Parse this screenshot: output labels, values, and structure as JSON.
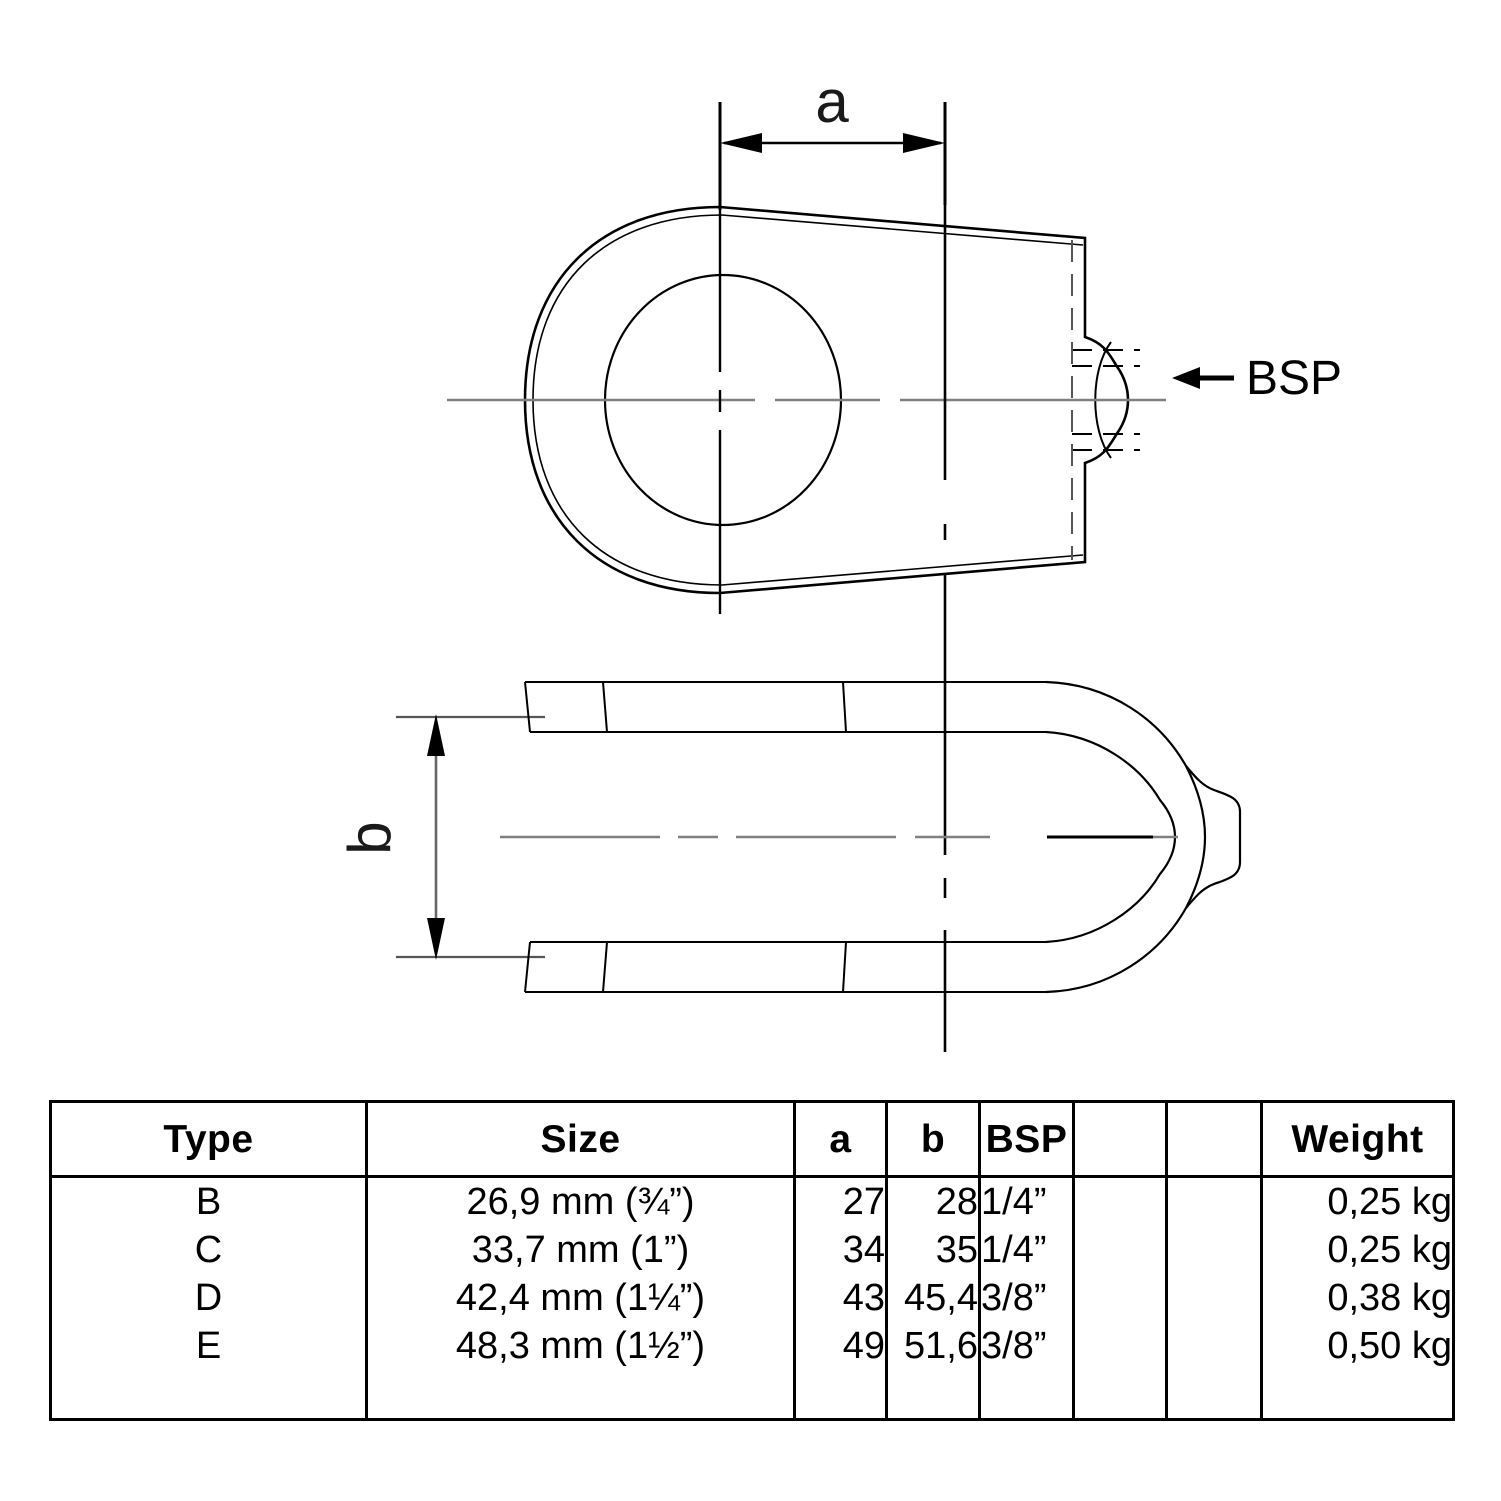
{
  "diagram": {
    "title": "Pipe clamp fitting technical drawing",
    "views": [
      {
        "name": "top-view",
        "label": ""
      },
      {
        "name": "side-view",
        "label": ""
      }
    ],
    "dimension_labels": {
      "a": "a",
      "b": "b",
      "bsp": "BSP"
    },
    "colors": {
      "outline": "#000000",
      "centerline": "#808080",
      "hidden_line": "#444444",
      "background": "#ffffff"
    }
  },
  "table": {
    "headers": [
      "Type",
      "Size",
      "a",
      "b",
      "BSP",
      "",
      "",
      "Weight"
    ],
    "rows": [
      {
        "type": "B",
        "size": "26,9 mm (¾”)",
        "a": "27",
        "b": "28",
        "bsp": "1/4”",
        "extra1": "",
        "extra2": "",
        "weight": "0,25 kg"
      },
      {
        "type": "C",
        "size": "33,7 mm (1”)",
        "a": "34",
        "b": "35",
        "bsp": "1/4”",
        "extra1": "",
        "extra2": "",
        "weight": "0,25 kg"
      },
      {
        "type": "D",
        "size": "42,4 mm (1¼”)",
        "a": "43",
        "b": "45,4",
        "bsp": "3/8”",
        "extra1": "",
        "extra2": "",
        "weight": "0,38 kg"
      },
      {
        "type": "E",
        "size": "48,3 mm (1½”)",
        "a": "49",
        "b": "51,6",
        "bsp": "3/8”",
        "extra1": "",
        "extra2": "",
        "weight": "0,50 kg"
      }
    ]
  }
}
